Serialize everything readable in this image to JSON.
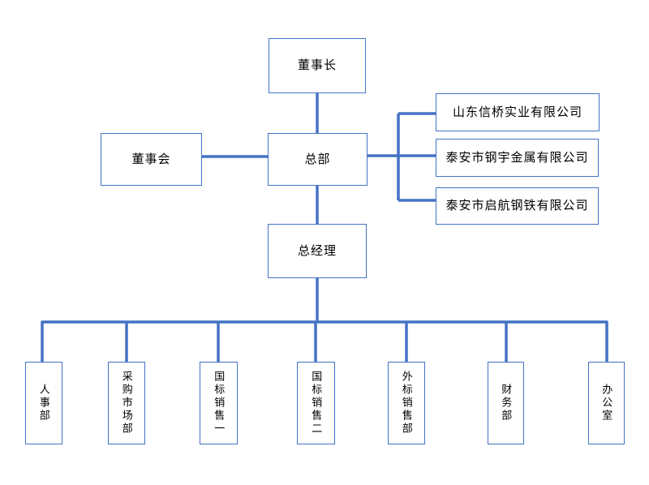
{
  "nodes": {
    "chairman": "董事长",
    "board": "董事会",
    "headquarters": "总部",
    "general_manager": "总经理"
  },
  "subsidiaries": [
    "山东信桥实业有限公司",
    "泰安市钢宇金属有限公司",
    "泰安市启航钢铁有限公司"
  ],
  "departments": [
    "人事部",
    "采购市场部",
    "国标销售一",
    "国标销售二",
    "外标销售部",
    "财务部",
    "办公室"
  ],
  "relations": [
    {
      "from": "董事长",
      "to": "总部"
    },
    {
      "from": "董事会",
      "to": "总部"
    },
    {
      "from": "总部",
      "to": "山东信桥实业有限公司"
    },
    {
      "from": "总部",
      "to": "泰安市钢宇金属有限公司"
    },
    {
      "from": "总部",
      "to": "泰安市启航钢铁有限公司"
    },
    {
      "from": "总部",
      "to": "总经理"
    },
    {
      "from": "总经理",
      "to": "人事部"
    },
    {
      "from": "总经理",
      "to": "采购市场部"
    },
    {
      "from": "总经理",
      "to": "国标销售一"
    },
    {
      "from": "总经理",
      "to": "国标销售二"
    },
    {
      "from": "总经理",
      "to": "外标销售部"
    },
    {
      "from": "总经理",
      "to": "财务部"
    },
    {
      "from": "总经理",
      "to": "办公室"
    }
  ],
  "colors": {
    "connector": "#4472C4",
    "box_border": "#4472C4",
    "text": "#000000",
    "background": "#FFFFFF"
  }
}
